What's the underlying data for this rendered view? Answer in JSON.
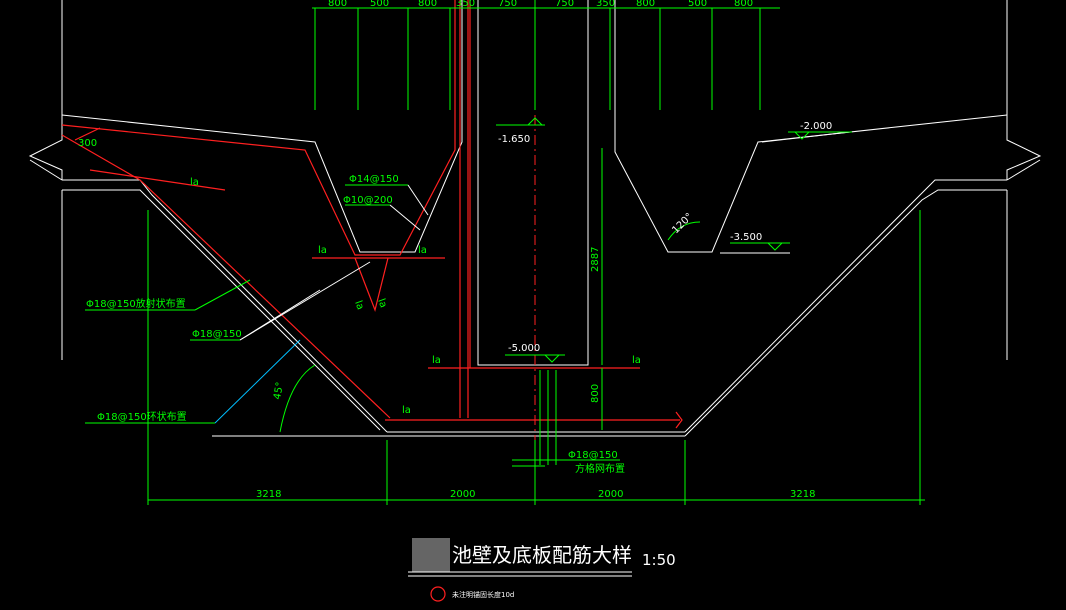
{
  "title": "池壁及底板配筋大样",
  "scale": "1:50",
  "note": "未注明锚固长度10d",
  "top_dims": [
    "800",
    "500",
    "800",
    "350",
    "750",
    "750",
    "350",
    "800",
    "500",
    "800"
  ],
  "bottom_dims": [
    "3218",
    "2000",
    "2000",
    "3218"
  ],
  "elevations": {
    "left_top": "-1.650",
    "right_top": "-2.000",
    "right_pit": "-3.500",
    "bottom": "-5.000"
  },
  "vertical_dims": {
    "height": "2887",
    "slab": "800"
  },
  "labels": {
    "cover_300": "300",
    "rebar_a": "Φ14@150",
    "rebar_b": "Φ10@200",
    "rebar_c": "Φ18@150放射状布置",
    "rebar_d": "Φ18@150",
    "rebar_e": "Φ18@150环状布置",
    "rebar_f": "Φ18@150",
    "rebar_f_note": "方格网布置",
    "angle_45": "45°",
    "angle_120": "120°",
    "la": "la"
  }
}
